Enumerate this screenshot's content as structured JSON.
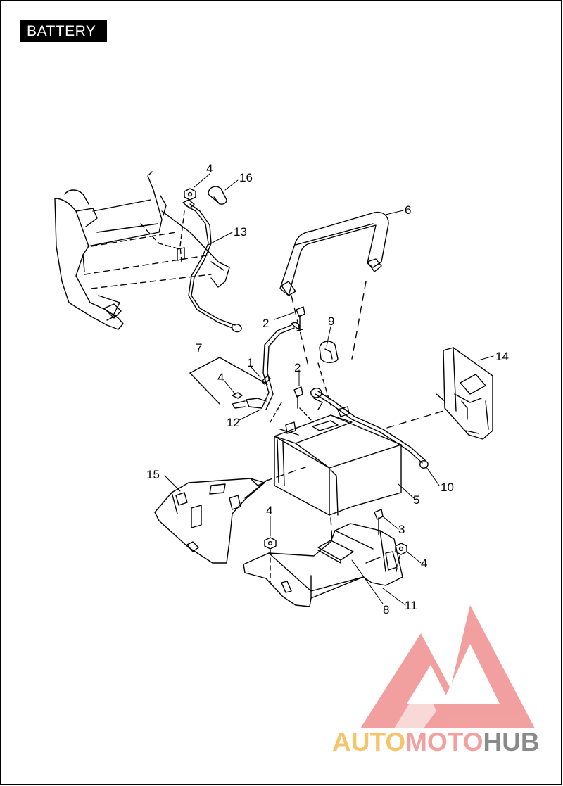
{
  "header": {
    "title": "BATTERY"
  },
  "callouts": [
    "4",
    "16",
    "6",
    "13",
    "2",
    "9",
    "7",
    "1",
    "2",
    "4",
    "12",
    "14",
    "15",
    "5",
    "10",
    "4",
    "3",
    "4",
    "8",
    "11"
  ],
  "watermark": {
    "part1": "AUTO",
    "part2": "MOTO",
    "part3": "HUB"
  },
  "colors": {
    "line": "#000000",
    "watermark_red": "#f08f8f",
    "watermark_orange": "#f6c56a",
    "watermark_gray": "#8a8a8a"
  }
}
